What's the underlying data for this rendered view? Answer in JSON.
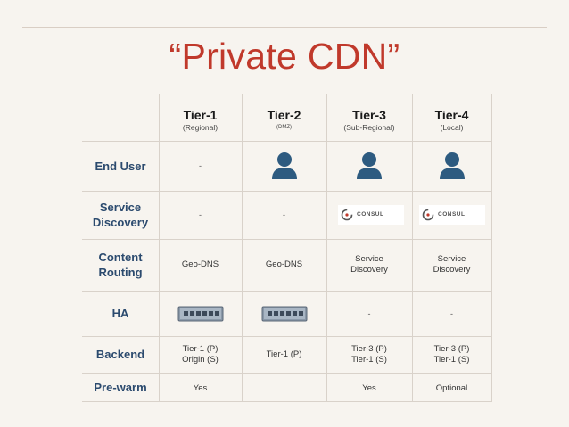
{
  "title": "“Private CDN”",
  "columns": [
    {
      "name": "Tier-1",
      "sub": "(Regional)"
    },
    {
      "name": "Tier-2",
      "sub": "(DMZ)"
    },
    {
      "name": "Tier-3",
      "sub": "(Sub-Regional)"
    },
    {
      "name": "Tier-4",
      "sub": "(Local)"
    }
  ],
  "rows": {
    "end_user": {
      "label": "End User",
      "tier1": "-"
    },
    "service_discovery": {
      "label_line1": "Service",
      "label_line2": "Discovery",
      "tier1": "-",
      "tier2": "-",
      "logo_text": "CONSUL"
    },
    "content_routing": {
      "label_line1": "Content",
      "label_line2": "Routing",
      "tier1": "Geo-DNS",
      "tier2": "Geo-DNS",
      "tier3_line1": "Service",
      "tier3_line2": "Discovery",
      "tier4_line1": "Service",
      "tier4_line2": "Discovery"
    },
    "ha": {
      "label": "HA",
      "tier3": "-",
      "tier4": "-"
    },
    "backend": {
      "label": "Backend",
      "tier1_line1": "Tier-1 (P)",
      "tier1_line2": "Origin (S)",
      "tier2": "Tier-1 (P)",
      "tier3_line1": "Tier-3 (P)",
      "tier3_line2": "Tier-1 (S)",
      "tier4_line1": "Tier-3 (P)",
      "tier4_line2": "Tier-1 (S)"
    },
    "prewarm": {
      "label": "Pre-warm",
      "tier1": "Yes",
      "tier3": "Yes",
      "tier4": "Optional"
    }
  },
  "colors": {
    "title": "#c0392b",
    "row_label": "#2b4a6e",
    "user_icon": "#2e5b80"
  },
  "icons": {
    "user": "user-icon",
    "switch": "network-switch-icon",
    "consul": "consul-logo-icon"
  }
}
